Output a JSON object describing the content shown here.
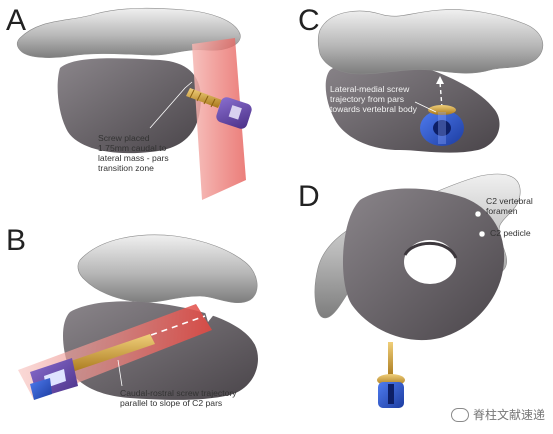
{
  "panels": [
    {
      "letter": "A",
      "caption": [
        "Screw placed",
        "1.75mm caudal to",
        "lateral mass - pars",
        "transition zone"
      ]
    },
    {
      "letter": "B",
      "caption": [
        "Caudal-rostral screw trajectory",
        "parallel to slope of C2 pars"
      ]
    },
    {
      "letter": "C",
      "caption": [
        "Lateral-medial screw",
        "trajectory from pars",
        "towards vertebral body"
      ]
    },
    {
      "letter": "D",
      "labels": [
        "C2 vertebral",
        "foramen",
        "C2 pedicle"
      ]
    }
  ],
  "watermark": "脊柱文献速递",
  "colors": {
    "bone_light": "#bdbdbd",
    "bone_dark": "#5f5a5f",
    "plane_red": "#e5544f",
    "screw_gold": "#d7a23a",
    "screw_head_purple": "#6b4aa6",
    "screw_head_blue": "#2e55c9"
  }
}
